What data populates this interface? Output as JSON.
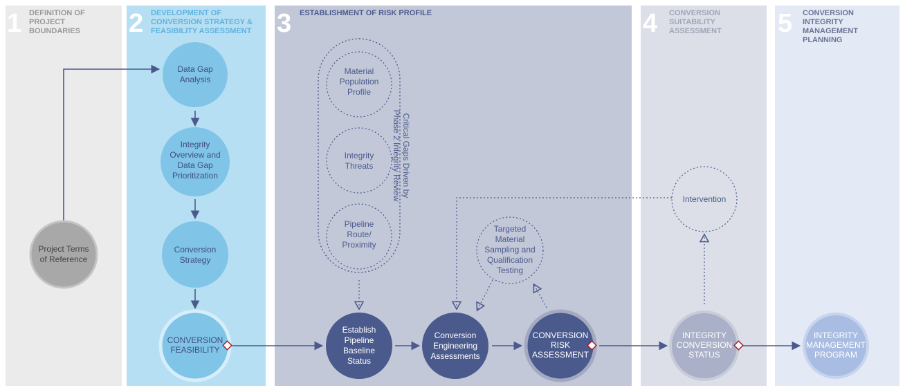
{
  "phases": [
    {
      "number": "1",
      "title": [
        "DEFINITION OF",
        "PROJECT",
        "BOUNDARIES"
      ]
    },
    {
      "number": "2",
      "title": [
        "DEVELOPMENT OF",
        "CONVERSION STRATEGY &",
        "FEASIBILITY ASSESSMENT"
      ]
    },
    {
      "number": "3",
      "title": [
        "ESTABLISHMENT OF RISK PROFILE"
      ]
    },
    {
      "number": "4",
      "title": [
        "CONVERSION",
        "SUITABILITY",
        "ASSESSMENT"
      ]
    },
    {
      "number": "5",
      "title": [
        "CONVERSION",
        "INTEGRITY",
        "MANAGEMENT",
        "PLANNING"
      ]
    }
  ],
  "nodes": {
    "project_terms": [
      "Project Terms",
      "of Reference"
    ],
    "data_gap": [
      "Data Gap",
      "Analysis"
    ],
    "integrity_overview": [
      "Integrity",
      "Overview and",
      "Data Gap",
      "Prioritization"
    ],
    "conversion_strategy": [
      "Conversion",
      "Strategy"
    ],
    "conversion_feasibility": [
      "CONVERSION",
      "FEASIBILITY"
    ],
    "material_population": [
      "Material",
      "Population",
      "Profile"
    ],
    "integrity_threats": [
      "Integrity",
      "Threats"
    ],
    "pipeline_route": [
      "Pipeline",
      "Route/",
      "Proximity"
    ],
    "critical_gaps": [
      "Critical Gaps Driven by",
      "Phase 2 Integrity Review"
    ],
    "establish_baseline": [
      "Establish",
      "Pipeline",
      "Baseline",
      "Status"
    ],
    "engineering_assessments": [
      "Conversion",
      "Engineering",
      "Assessments"
    ],
    "targeted_sampling": [
      "Targeted",
      "Material",
      "Sampling and",
      "Qualification",
      "Testing"
    ],
    "risk_assessment": [
      "CONVERSION",
      "RISK",
      "ASSESSMENT"
    ],
    "intervention": [
      "Intervention"
    ],
    "integrity_status": [
      "INTEGRITY",
      "CONVERSION",
      "STATUS"
    ],
    "integrity_program": [
      "INTEGRITY",
      "MANAGEMENT",
      "PROGRAM"
    ]
  },
  "colors": {
    "flow": "#4a5a8c",
    "decision": "#a0202a"
  }
}
